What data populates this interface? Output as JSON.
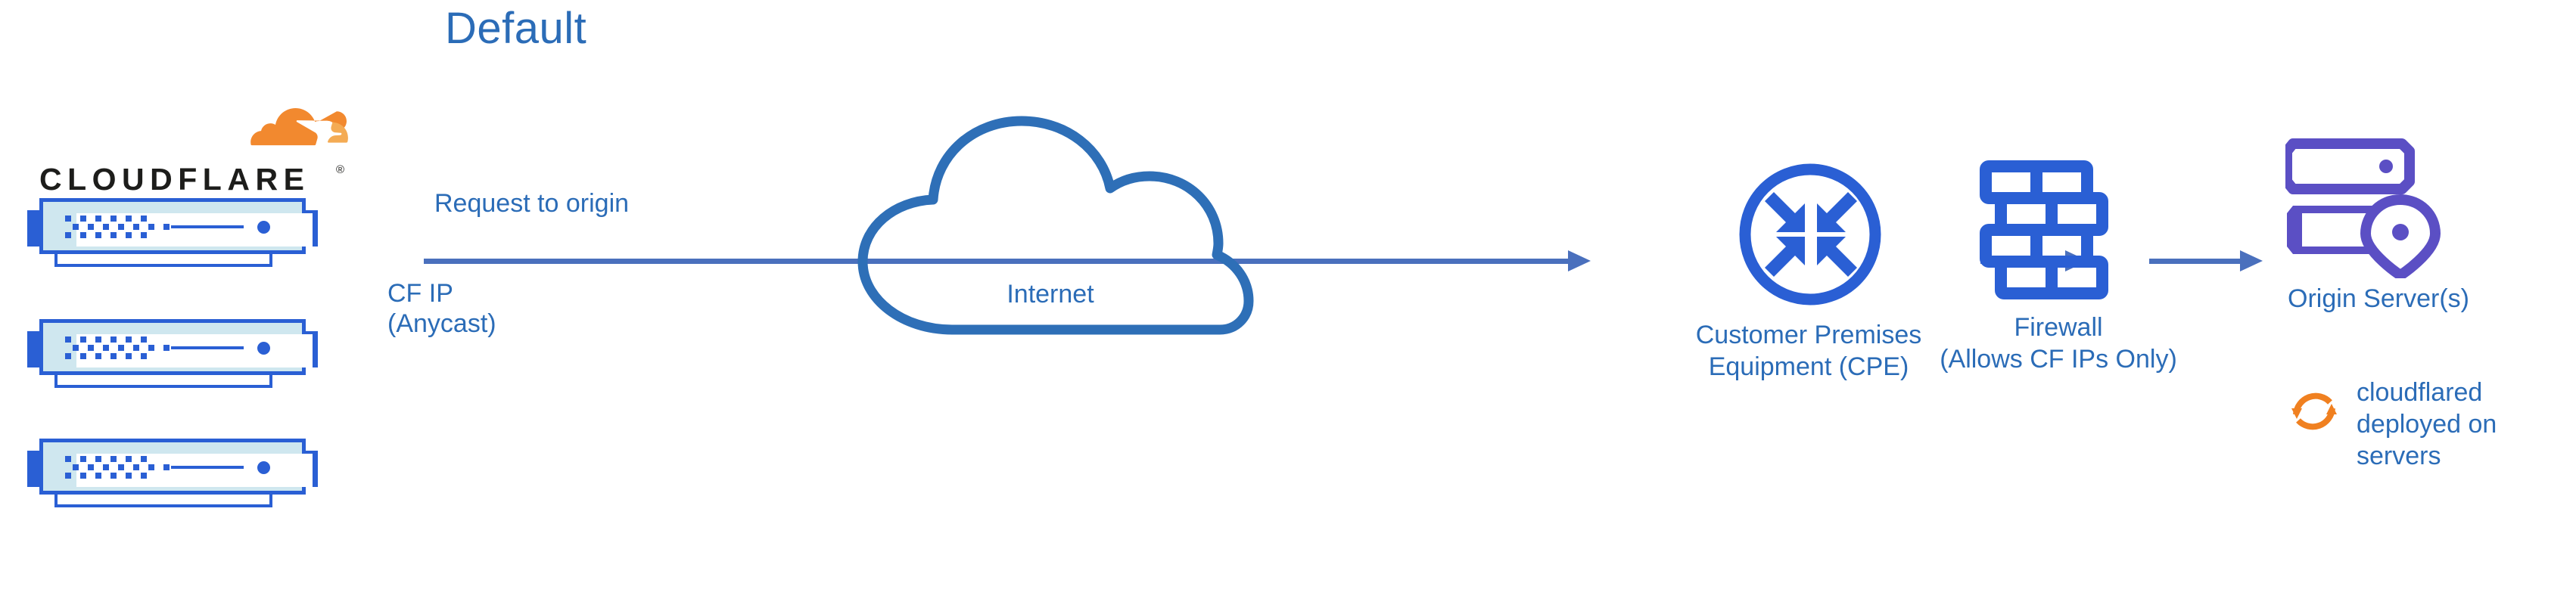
{
  "title": "Default",
  "colors": {
    "title_blue": "#2b6cb7",
    "label_blue": "#2b6cb7",
    "arrow_blue": "#4a70bd",
    "icon_blue": "#2a5fd4",
    "cloud_outline_blue": "#2e6fb7",
    "origin_purple": "#5b4fc4",
    "cloudflare_orange": "#f2892f",
    "cloudflare_orange_light": "#f4ab54",
    "cloudflared_orange": "#f08020",
    "server_fill": "#cfe7ef",
    "wordmark_black": "#1d1d1b",
    "background": "#ffffff"
  },
  "cloudflare_logo": {
    "wordmark": "CLOUDFLARE",
    "registered_mark": "®",
    "icon_name": "cloudflare-cloud-logo"
  },
  "cf_servers": {
    "count": 3,
    "icon_name": "server-appliance-icon",
    "items": [
      {
        "index": 1
      },
      {
        "index": 2
      },
      {
        "index": 3
      }
    ]
  },
  "flow": {
    "request_label": "Request to origin",
    "cf_ip_label_line1": "CF IP",
    "cf_ip_label_line2": "(Anycast)",
    "arrows": [
      {
        "name": "cf-to-internet-to-cpe",
        "direction": "right"
      },
      {
        "name": "cpe-to-firewall",
        "direction": "right"
      },
      {
        "name": "firewall-to-origin",
        "direction": "right"
      }
    ]
  },
  "internet": {
    "label": "Internet",
    "icon_name": "cloud-outline-icon"
  },
  "cpe": {
    "label_line1": "Customer Premises",
    "label_line2": "Equipment (CPE)",
    "icon_name": "router-four-arrows-circle-icon"
  },
  "firewall": {
    "label_line1": "Firewall",
    "label_line2": "(Allows CF IPs Only)",
    "icon_name": "brick-wall-icon"
  },
  "origin": {
    "label": "Origin Server(s)",
    "icon_name": "server-rack-location-pin-icon"
  },
  "cloudflared": {
    "line1": "cloudflared",
    "line2": "deployed on",
    "line3": "servers",
    "icon_name": "sync-arrows-icon"
  }
}
